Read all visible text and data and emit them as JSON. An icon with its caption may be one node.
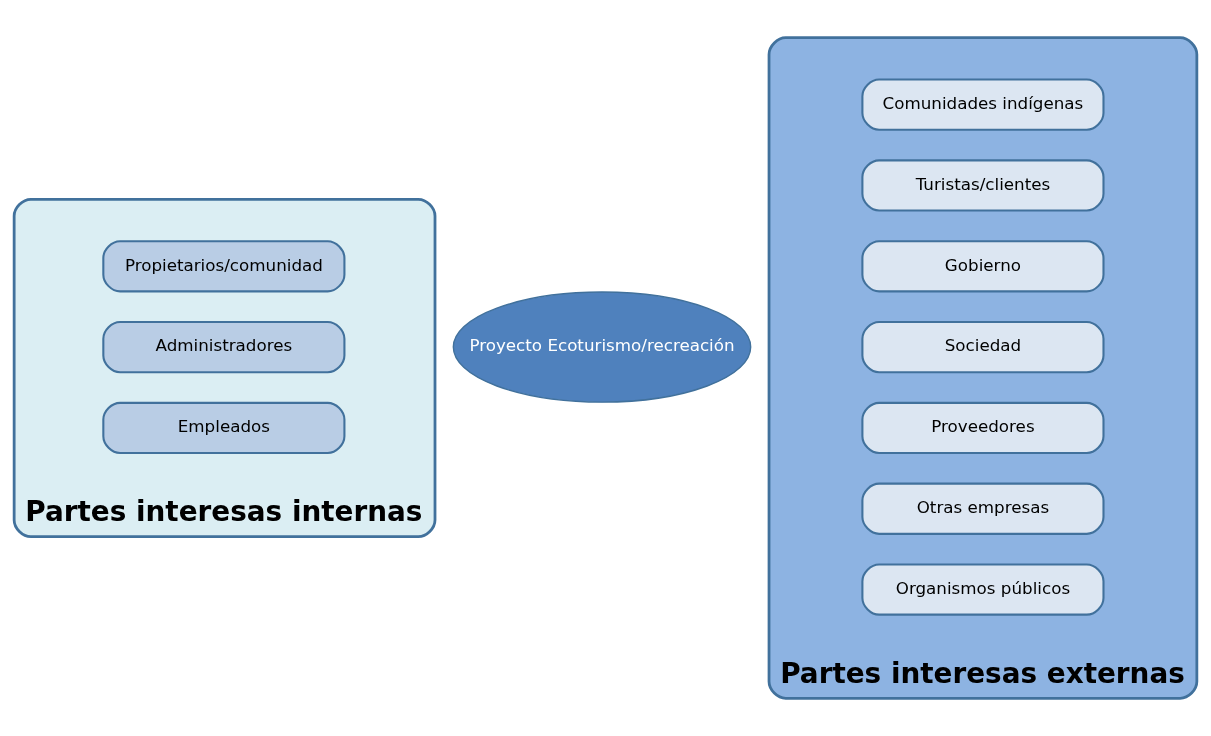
{
  "diagram": {
    "nodes": [
      {
        "text": [
          "Partes interesas internas"
        ]
      },
      {
        "text": [
          "Empleados"
        ],
        "in": 0
      },
      {
        "text": [
          "Administradores"
        ],
        "in": 0
      },
      {
        "text": [
          "Propietarios/comunidad"
        ],
        "in": 0
      },
      {
        "text": [
          "Partes interesas externas"
        ]
      },
      {
        "text": [
          "Organismos públicos"
        ],
        "in": 4
      },
      {
        "text": [
          "Otras empresas"
        ],
        "in": 4
      },
      {
        "text": [
          "Proveedores"
        ],
        "in": 4
      },
      {
        "text": [
          "Sociedad"
        ],
        "in": 4
      },
      {
        "text": [
          "Gobierno"
        ],
        "in": 4
      },
      {
        "text": [
          "Turistas/clientes"
        ],
        "in": 4
      },
      {
        "text": [
          "Comunidades indígenas"
        ],
        "in": 4
      },
      {
        "text": [
          "Proyecto Ecoturismo/recreación"
        ]
      }
    ]
  }
}
